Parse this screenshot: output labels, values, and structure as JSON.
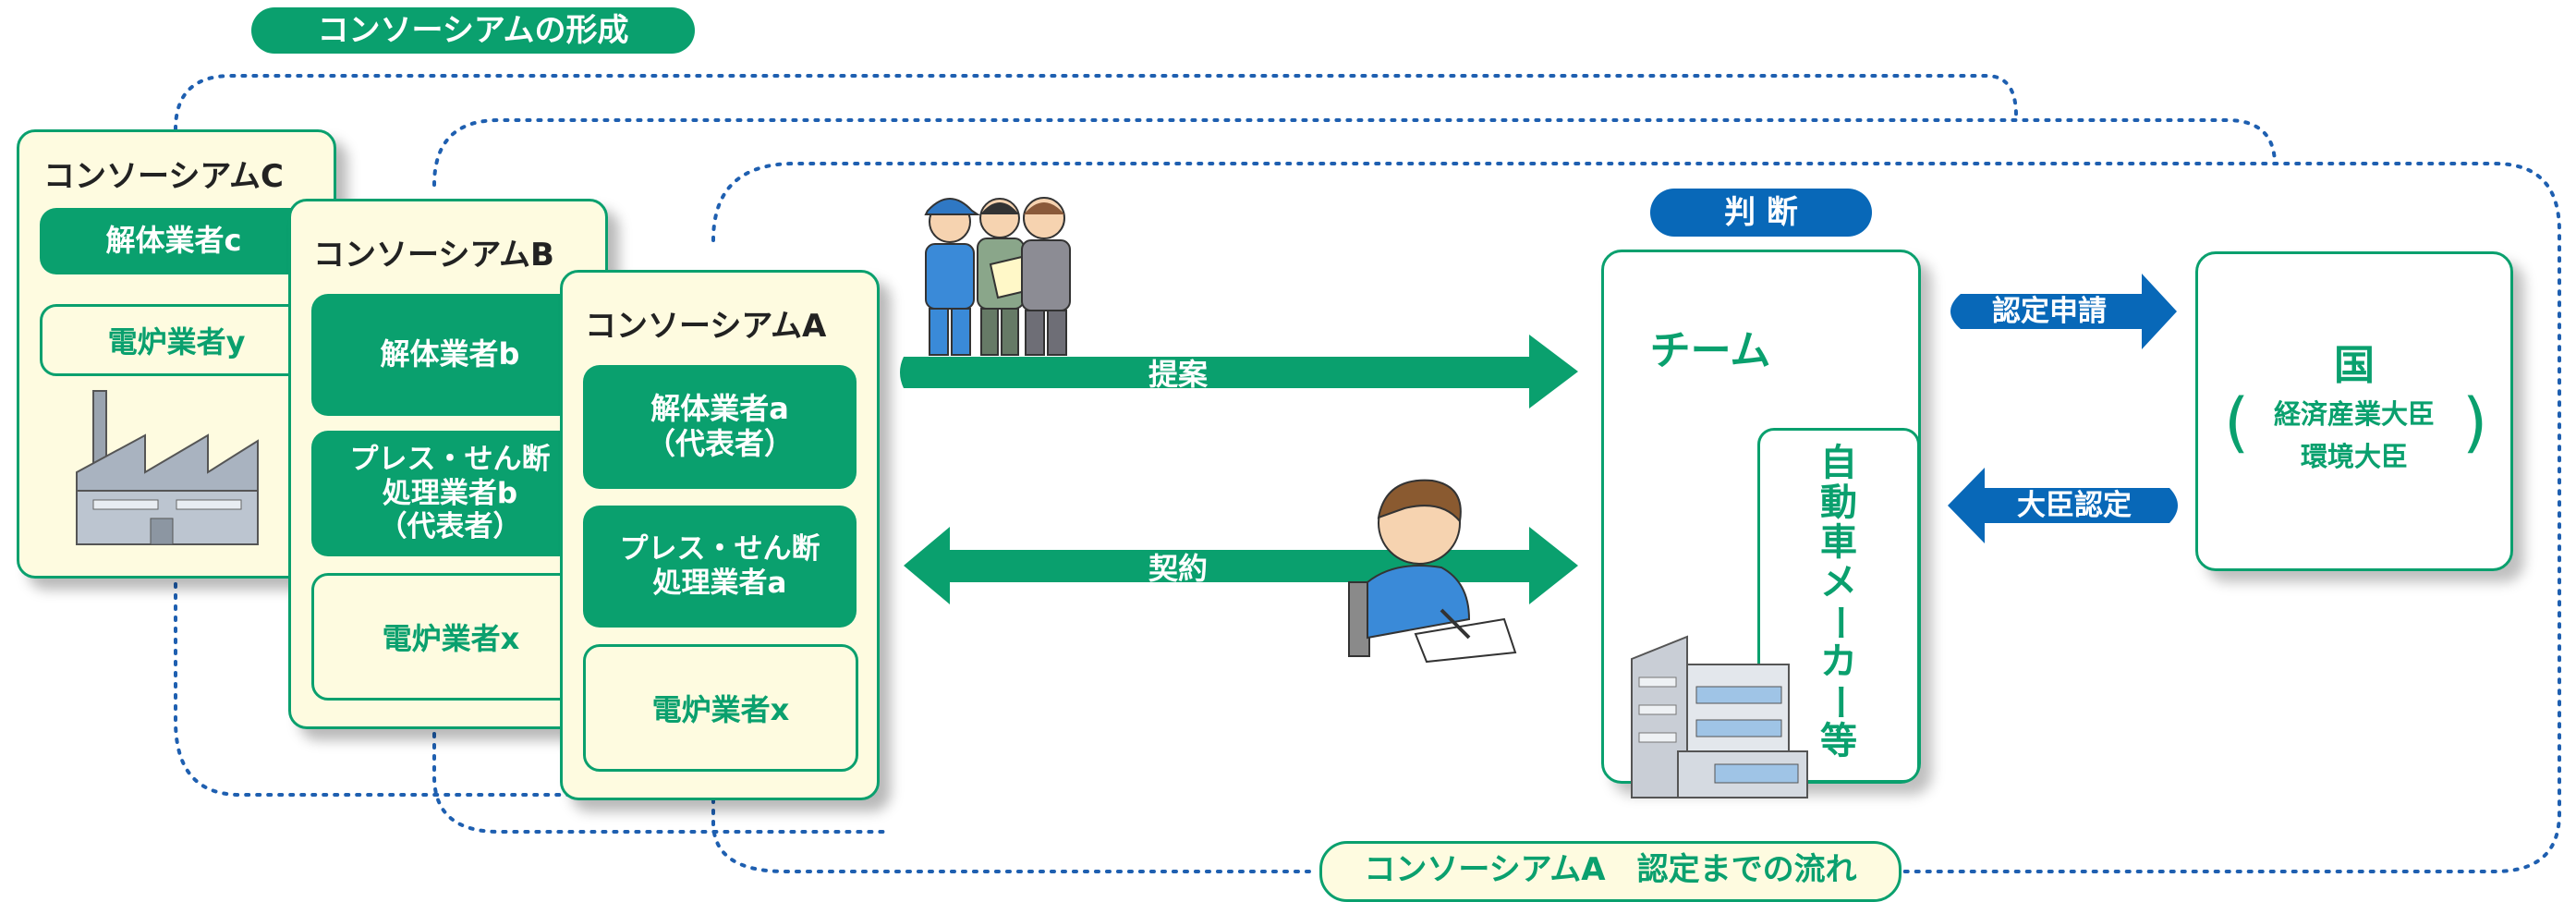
{
  "header": {
    "formation_label": "コンソーシアムの形成",
    "flow_label": "コンソーシアムA　認定までの流れ"
  },
  "consortium_c": {
    "title": "コンソーシアムC",
    "dismantler": "解体業者c",
    "furnace": "電炉業者y"
  },
  "consortium_b": {
    "title": "コンソーシアムB",
    "dismantler": "解体業者b",
    "press_line1": "プレス・せん断",
    "press_line2": "処理業者b",
    "press_line3": "（代表者）",
    "furnace": "電炉業者x"
  },
  "consortium_a": {
    "title": "コンソーシアムA",
    "dismantler_line1": "解体業者a",
    "dismantler_line2": "（代表者）",
    "press_line1": "プレス・せん断",
    "press_line2": "処理業者a",
    "furnace": "電炉業者x"
  },
  "arrows": {
    "proposal": "提案",
    "contract": "契約",
    "application": "認定申請",
    "approval": "大臣認定"
  },
  "judgment": {
    "badge": "判 断",
    "team": "チーム",
    "maker_chars": [
      "自",
      "動",
      "車",
      "メ",
      "ー",
      "カ",
      "ー",
      "等"
    ]
  },
  "state": {
    "title": "国",
    "line1": "経済産業大臣",
    "line2": "環境大臣"
  },
  "colors": {
    "green": "#0aa06e",
    "blue": "#0868b8",
    "cream": "#fefbe0",
    "dotted": "#1e5fb0"
  }
}
